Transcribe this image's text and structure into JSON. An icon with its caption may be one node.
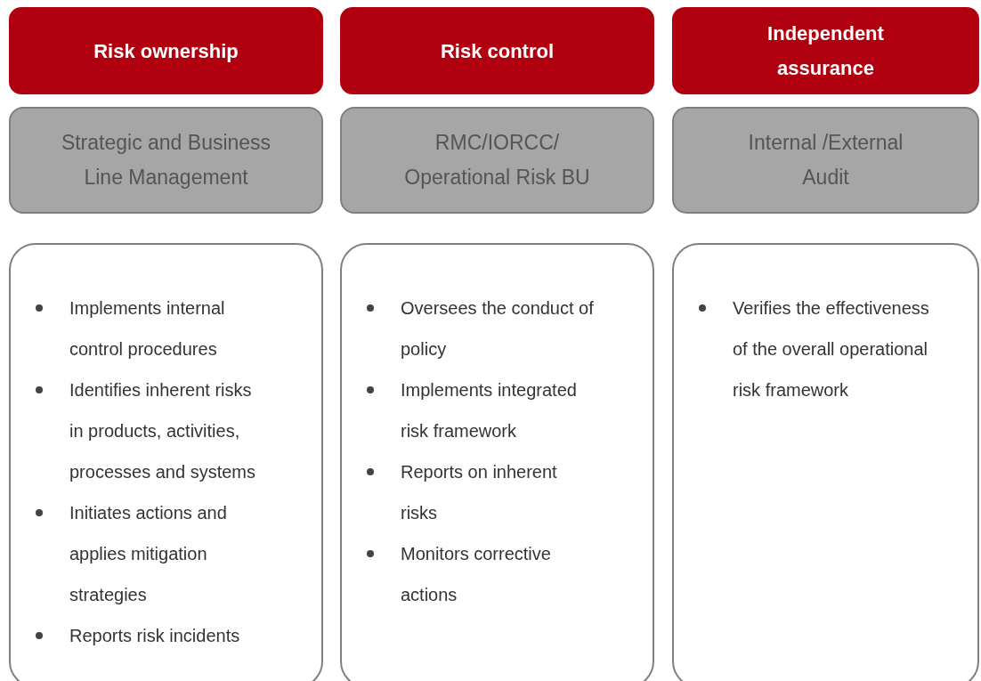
{
  "diagram": {
    "nodes": [
      {
        "text": [
          "Risk ownership"
        ]
      },
      {
        "text": [
          "Risk control"
        ]
      },
      {
        "text": [
          "Independent assurance"
        ]
      },
      {
        "text": [
          "Strategic and Business Line Management"
        ]
      },
      {
        "text": [
          "RMC/IORCC/ Operational Risk BU"
        ]
      },
      {
        "text": [
          "Internal /External Audit"
        ]
      },
      {
        "text": [
          "Implements internal control procedures",
          "Identifies inherent risks in products, activities, processes and systems",
          "Initiates actions and applies mitigation strategies",
          "Reports risk incidents"
        ]
      },
      {
        "text": [
          "Oversees the conduct of policy",
          "Implements integrated risk framework",
          "Reports on inherent risks",
          "Monitors corrective actions"
        ]
      },
      {
        "text": [
          "Verifies the effectiveness of the overall operational risk framework"
        ]
      }
    ]
  }
}
